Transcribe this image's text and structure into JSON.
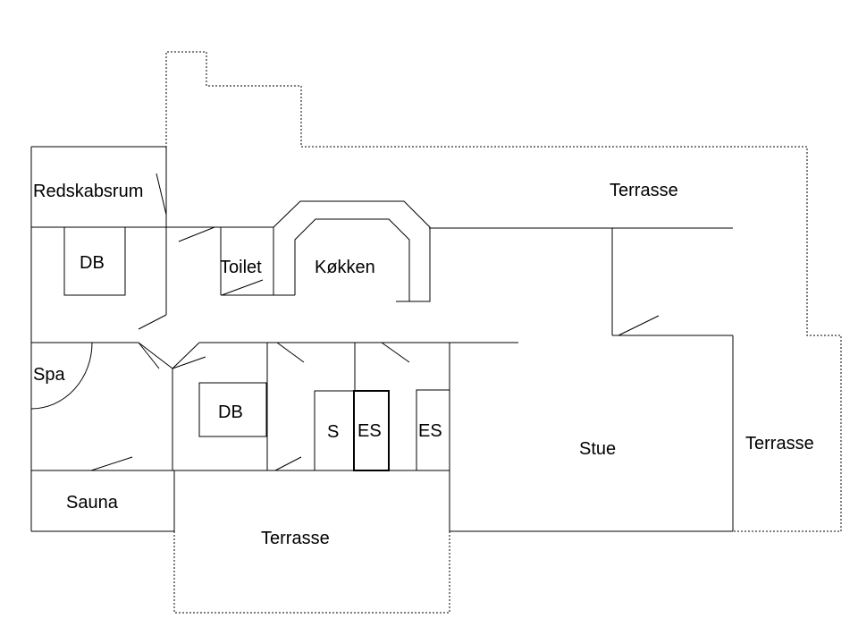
{
  "rooms": {
    "redskabsrum": "Redskabsrum",
    "db_upper": "DB",
    "toilet": "Toilet",
    "kokken": "Køkken",
    "spa": "Spa",
    "db_lower": "DB",
    "s": "S",
    "es_1": "ES",
    "es_2": "ES",
    "stue": "Stue",
    "sauna": "Sauna",
    "terrasse_top": "Terrasse",
    "terrasse_right": "Terrasse",
    "terrasse_bottom": "Terrasse"
  }
}
